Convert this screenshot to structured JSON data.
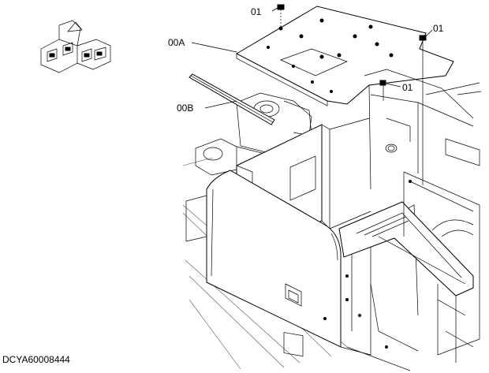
{
  "diagram": {
    "callouts": {
      "bolt_top": "01",
      "bolt_right": "01",
      "bolt_mid": "01",
      "cover_plate": "00A",
      "rubber_strip": "00B"
    },
    "document_code": "DCYA60008444",
    "orientation_icon": "direction-compass-icon"
  }
}
